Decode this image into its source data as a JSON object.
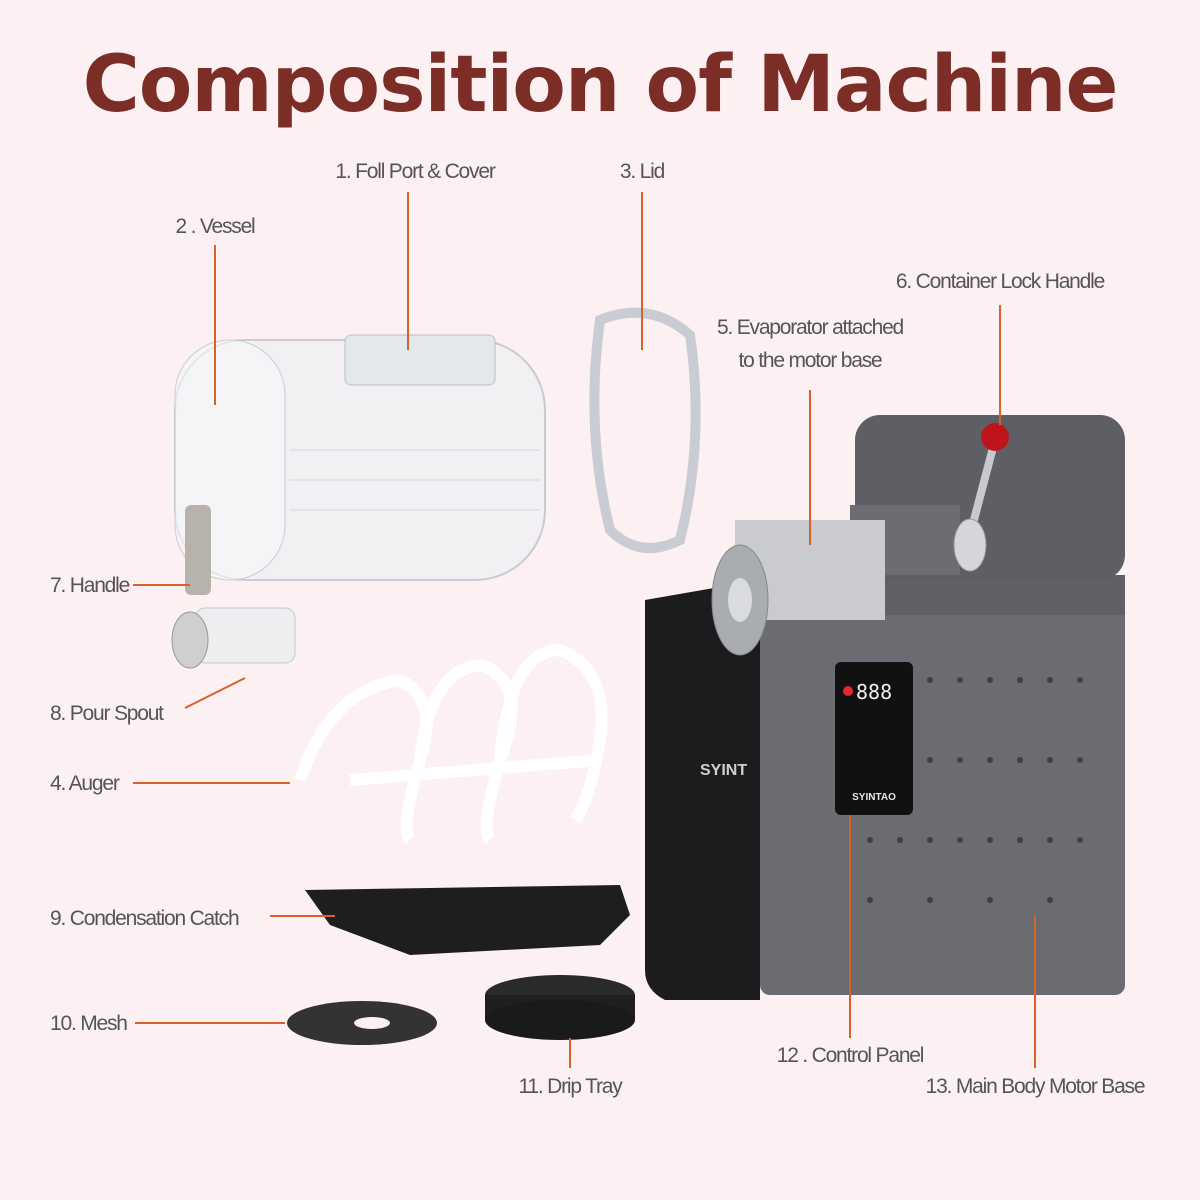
{
  "title": "Composition of Machine",
  "accent_color": "#d9622b",
  "title_color": "#7b2d26",
  "labels": {
    "l1": "1. Foll Port & Cover",
    "l2": "2 . Vessel",
    "l3": "3. Lid",
    "l4": "4. Auger",
    "l5a": "5. Evaporator attached",
    "l5b": "to the motor base",
    "l6": "6. Container Lock Handle",
    "l7": "7. Handle",
    "l8": "8. Pour Spout",
    "l9": "9. Condensation Catch",
    "l10": "10. Mesh",
    "l11": "11. Drip Tray",
    "l12": "12 . Control Panel",
    "l13": "13. Main Body Motor Base"
  },
  "machine": {
    "brand": "SYINTAO",
    "display": "888"
  }
}
